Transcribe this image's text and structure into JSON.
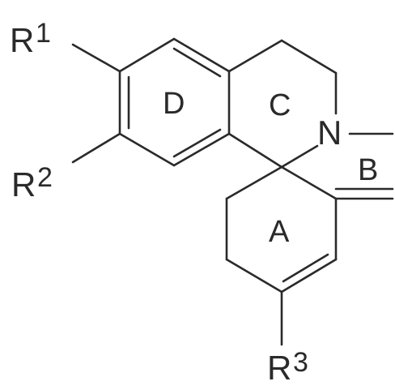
{
  "substituents": {
    "r1": {
      "symbol": "R",
      "index": "1"
    },
    "r2": {
      "symbol": "R",
      "index": "2"
    },
    "r3": {
      "symbol": "R",
      "index": "3"
    }
  },
  "atoms": {
    "nitrogen": "N"
  },
  "rings": {
    "a": "A",
    "b": "B",
    "c": "C",
    "d": "D"
  }
}
